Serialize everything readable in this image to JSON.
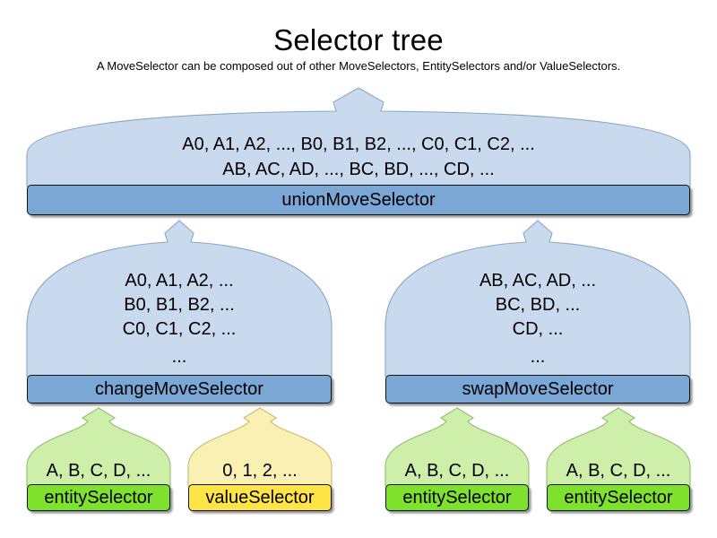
{
  "header": {
    "title": "Selector tree",
    "subtitle": "A MoveSelector can be composed out of other MoveSelectors, EntitySelectors and/or ValueSelectors."
  },
  "colors": {
    "balloon_blue": "#c9daef",
    "bar_blue": "#7ba7d7",
    "balloon_green": "#cdefa9",
    "bar_green": "#7ee22c",
    "balloon_yellow": "#fbf0b4",
    "bar_yellow": "#ffe445",
    "outline": "#8ba4c4",
    "bar_border": "#111111",
    "background": "#ffffff",
    "text": "#000000"
  },
  "tree": {
    "root": {
      "label": "unionMoveSelector",
      "lines": [
        "A0, A1, A2, ..., B0, B1, B2, ..., C0, C1, C2, ...",
        "AB, AC, AD, ..., BC, BD, ..., CD, ..."
      ]
    },
    "middle": [
      {
        "label": "changeMoveSelector",
        "lines": [
          "A0, A1, A2, ...",
          "B0, B1, B2, ...",
          "C0, C1, C2, ...",
          "..."
        ]
      },
      {
        "label": "swapMoveSelector",
        "lines": [
          "AB, AC, AD, ...",
          "BC, BD, ...",
          "CD, ...",
          "..."
        ]
      }
    ],
    "leaves": [
      {
        "label": "entitySelector",
        "lines": [
          "A, B, C, D, ..."
        ],
        "kind": "entity"
      },
      {
        "label": "valueSelector",
        "lines": [
          "0, 1, 2, ..."
        ],
        "kind": "value"
      },
      {
        "label": "entitySelector",
        "lines": [
          "A, B, C, D, ..."
        ],
        "kind": "entity"
      },
      {
        "label": "entitySelector",
        "lines": [
          "A, B, C, D, ..."
        ],
        "kind": "entity"
      }
    ]
  }
}
